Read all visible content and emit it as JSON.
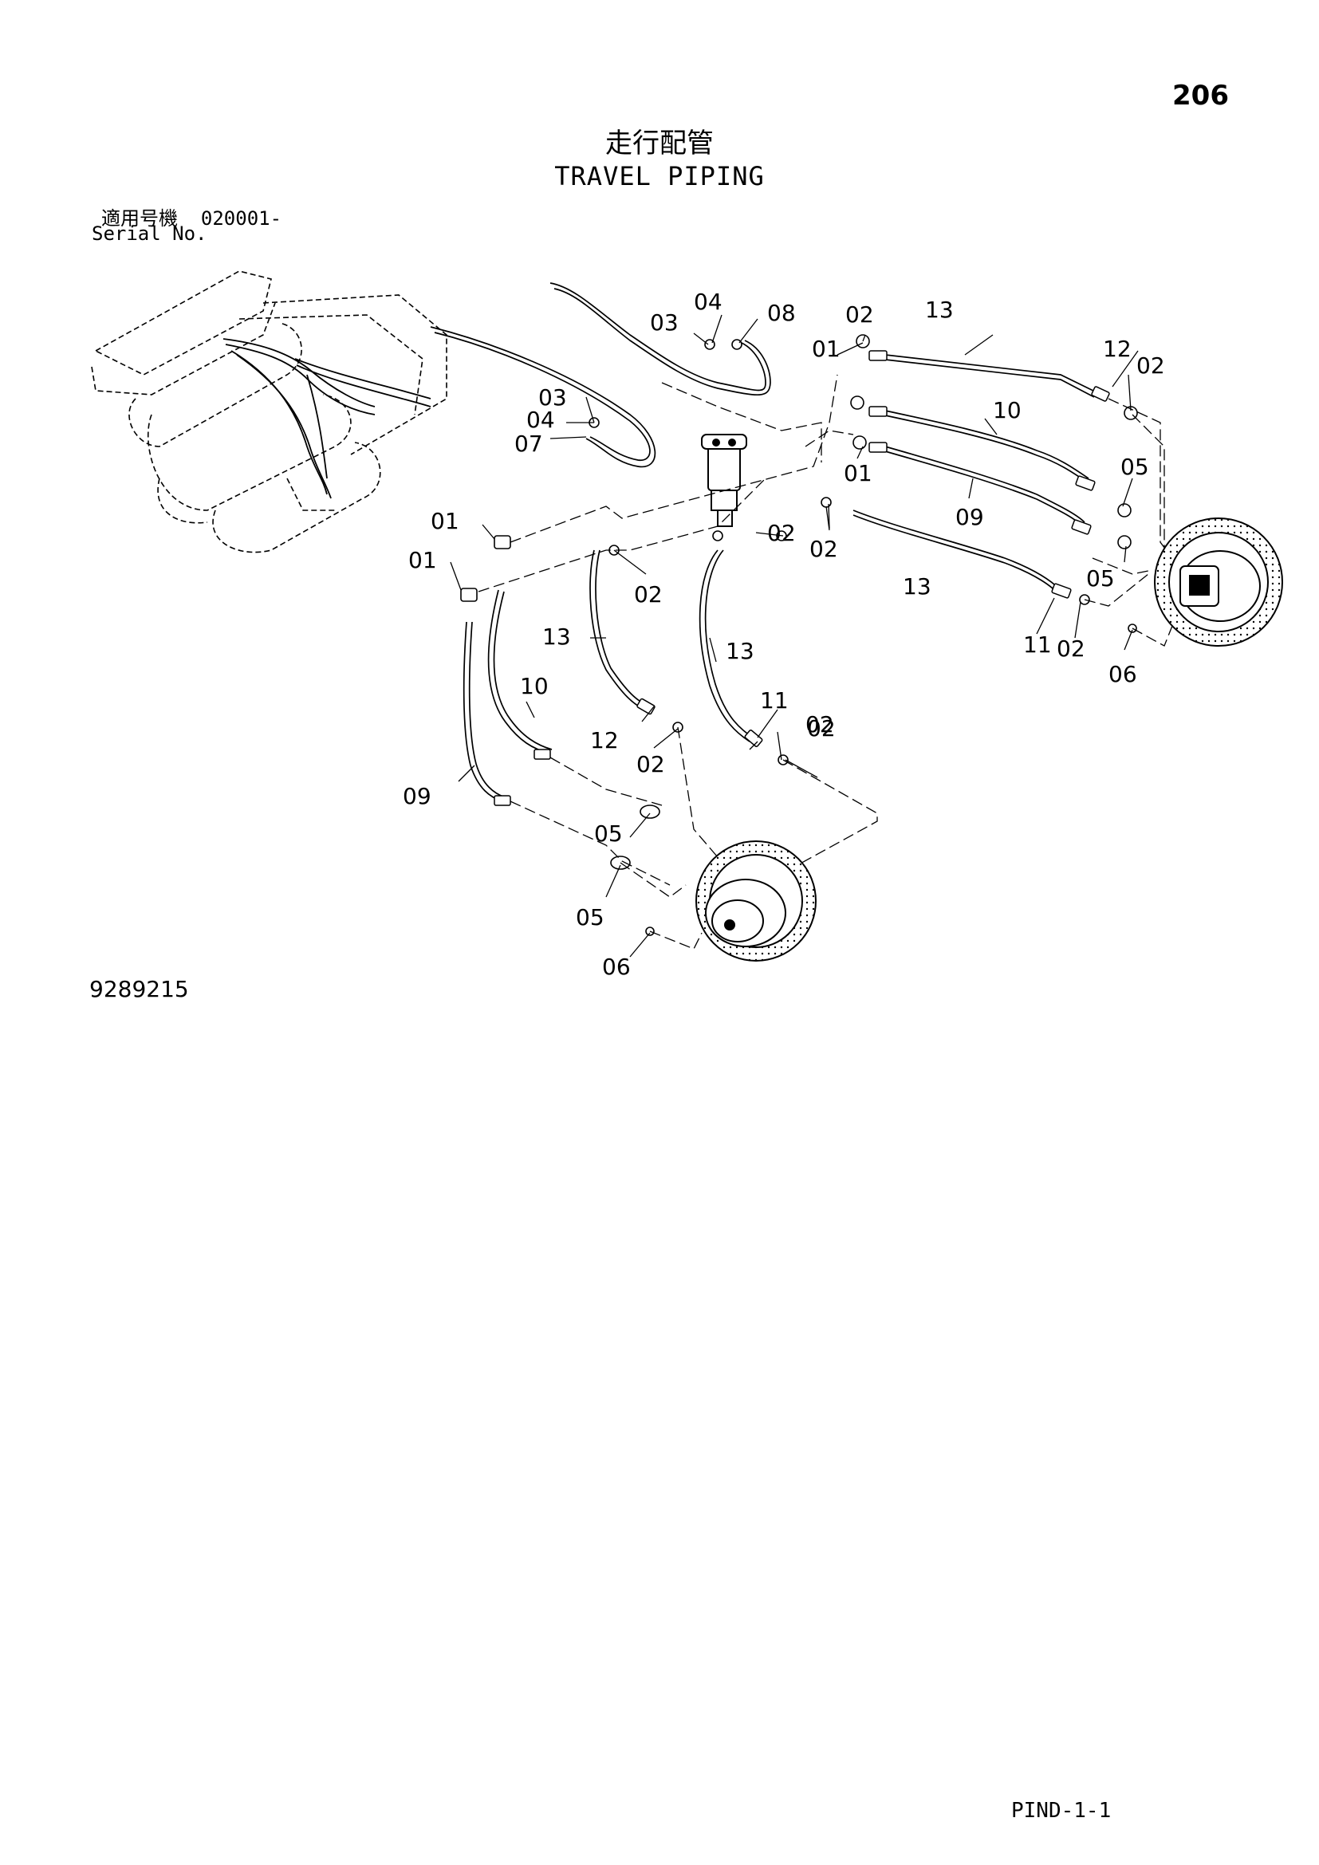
{
  "page_number": "206",
  "title": {
    "japanese": "走行配管",
    "english": "TRAVEL PIPING"
  },
  "serial": {
    "label_japanese": "適用号機",
    "serial_from": "020001-",
    "label_english": "Serial No."
  },
  "figure_number": "9289215",
  "page_reference": "PIND-1-1",
  "diagram": {
    "callouts": [
      "01",
      "01",
      "01",
      "01",
      "02",
      "02",
      "02",
      "02",
      "02",
      "02",
      "02",
      "02",
      "02",
      "03",
      "03",
      "04",
      "04",
      "05",
      "05",
      "05",
      "05",
      "06",
      "06",
      "07",
      "08",
      "09",
      "09",
      "10",
      "10",
      "11",
      "11",
      "12",
      "12",
      "13",
      "13",
      "13",
      "13"
    ]
  }
}
